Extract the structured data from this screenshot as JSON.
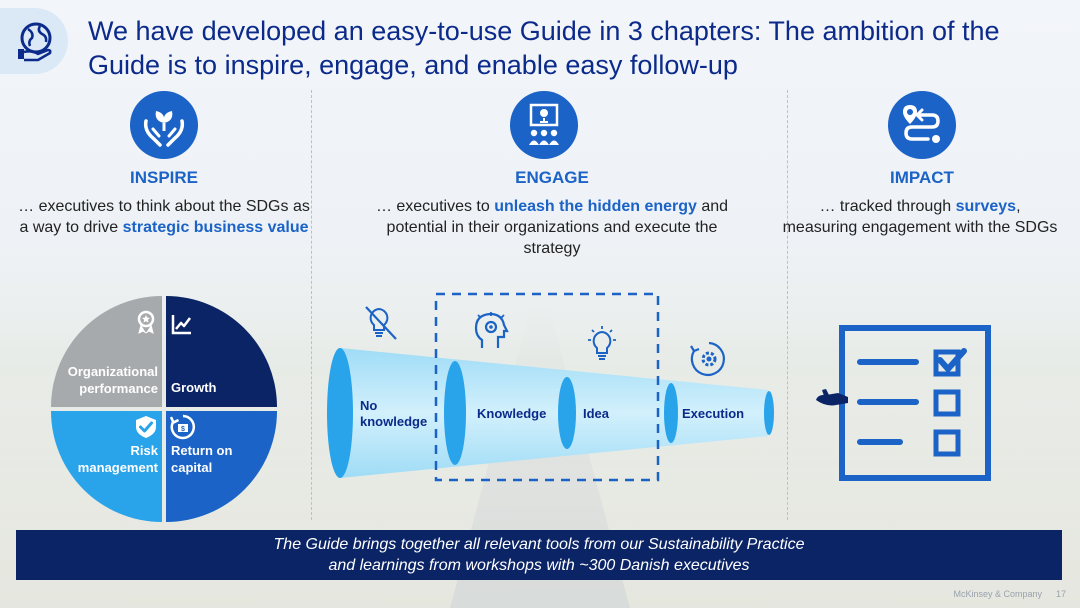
{
  "title": "We have developed an easy-to-use Guide in 3 chapters: The ambition of the Guide is to inspire, engage, and enable easy follow-up",
  "columns": {
    "inspire": {
      "heading": "INSPIRE",
      "text_pre": "… executives to think about the SDGs as a way to drive ",
      "text_bold": "strategic business value",
      "text_post": ""
    },
    "engage": {
      "heading": "ENGAGE",
      "text_pre": "… executives to ",
      "text_bold": "unleash the hidden energy",
      "text_post": " and potential in their organizations and execute the strategy"
    },
    "impact": {
      "heading": "IMPACT",
      "text_pre": "… tracked through ",
      "text_bold": "surveys",
      "text_post": ", measuring engagement with the SDGs"
    }
  },
  "quadrants": {
    "top_left": "Organizational performance",
    "top_right": "Growth",
    "bottom_left": "Risk management",
    "bottom_right": "Return on capital"
  },
  "funnel": {
    "stage1": "No knowledge",
    "stage2": "Knowledge",
    "stage3": "Idea",
    "stage4": "Execution"
  },
  "footer": {
    "line1": "The Guide brings together all relevant tools from our Sustainability Practice",
    "line2": "and learnings from workshops with ~300 Danish executives"
  },
  "source": "McKinsey & Company",
  "page_number": "17",
  "colors": {
    "navy": "#0b2466",
    "blue": "#1b63c6",
    "light_blue": "#29a3ea",
    "gray": "#a7aaad"
  },
  "icons": [
    "globe-hand-icon",
    "plant-hands-icon",
    "presentation-audience-icon",
    "route-icon",
    "medal-icon",
    "growth-chart-icon",
    "shield-check-icon",
    "money-cycle-icon",
    "lightbulb-crossed-icon",
    "head-gear-icon",
    "lightbulb-icon",
    "gear-cycle-icon",
    "checklist-icon"
  ]
}
